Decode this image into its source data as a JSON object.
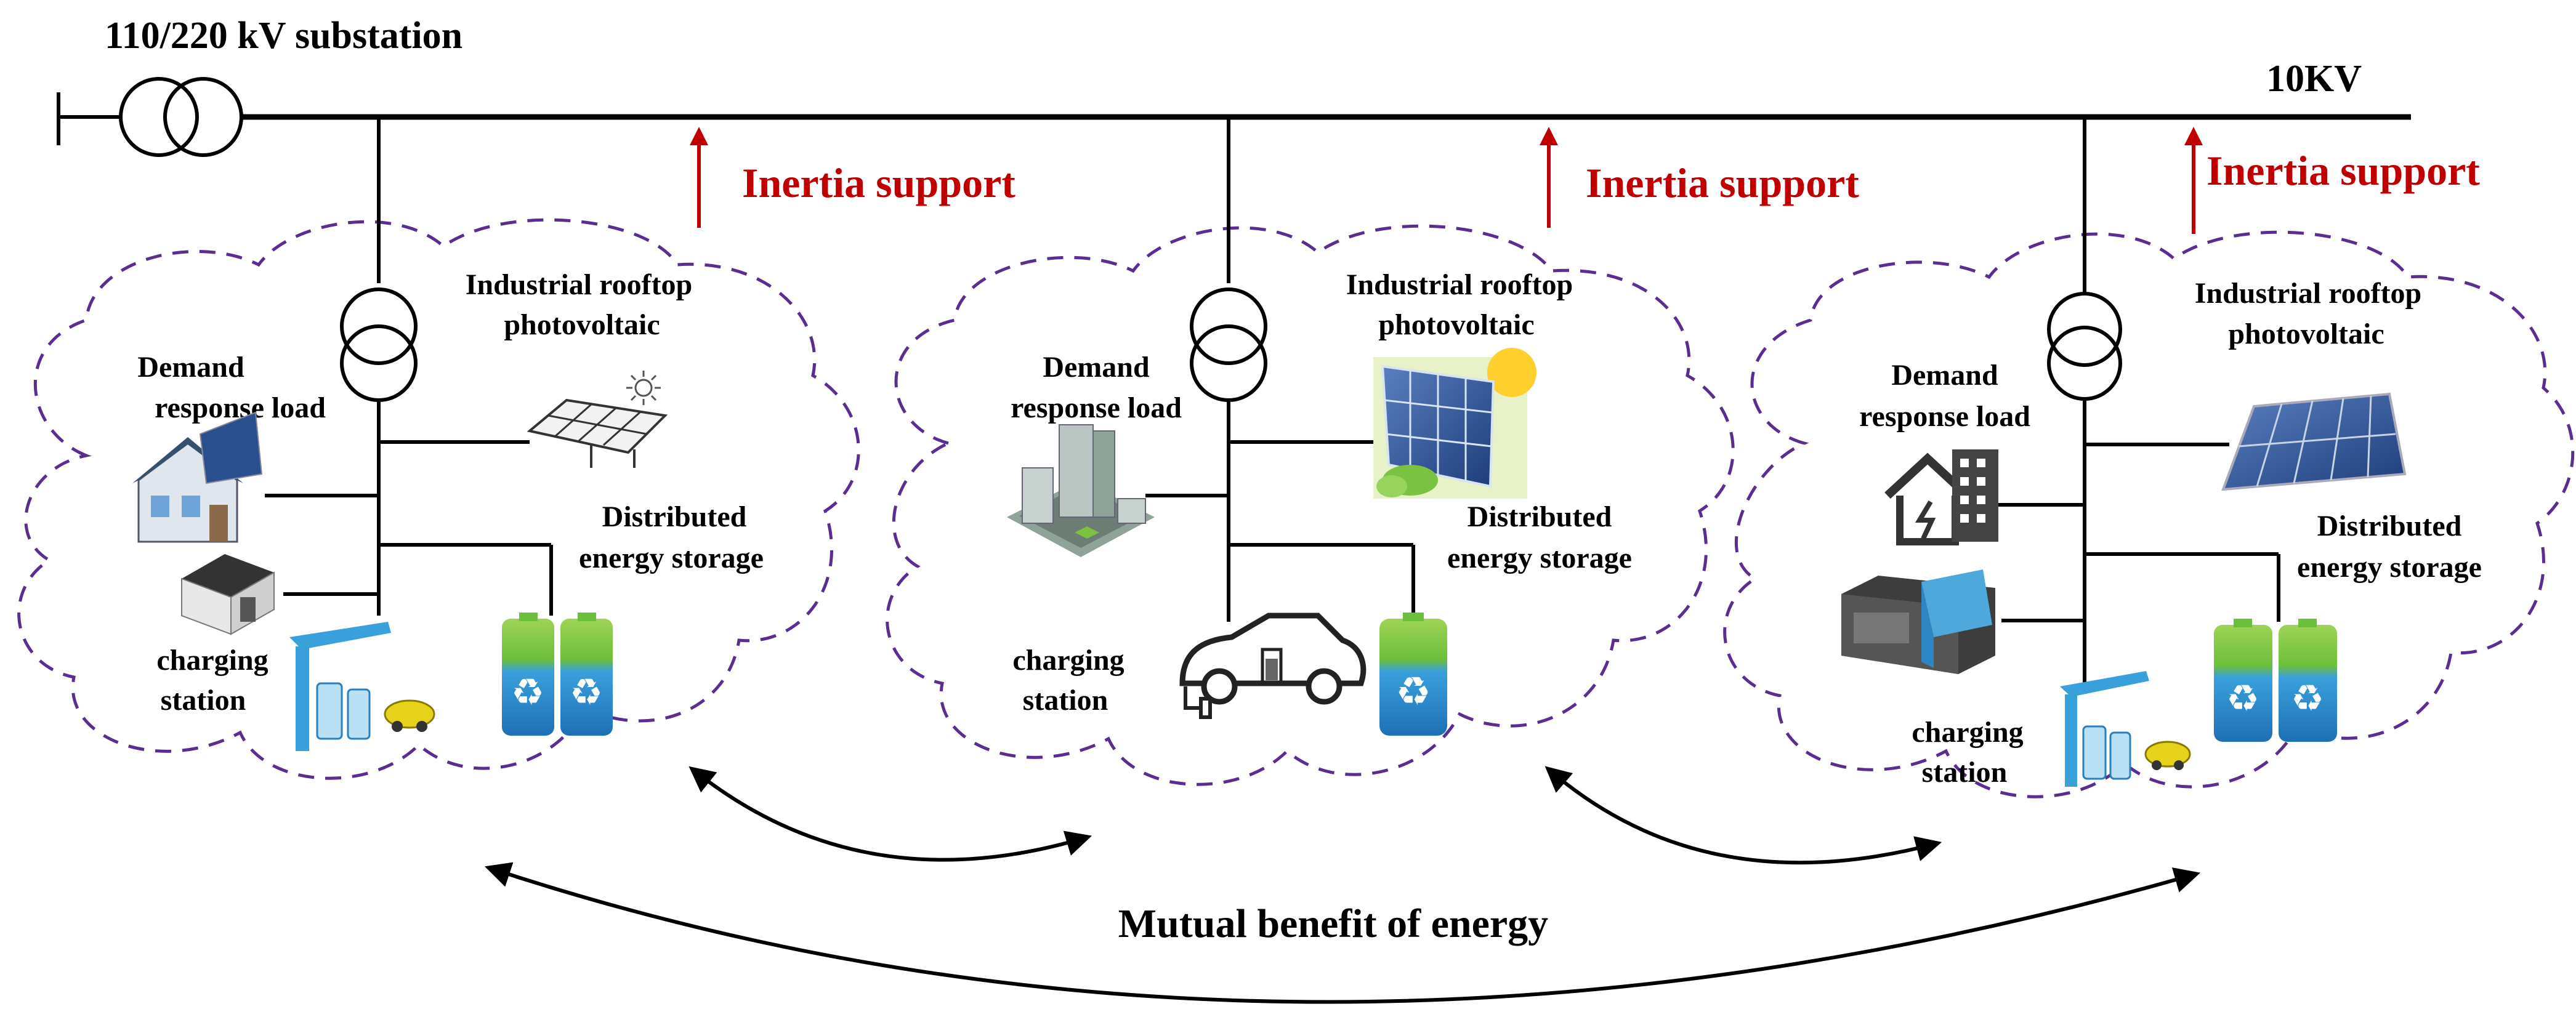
{
  "substation_label": "110/220 kV substation",
  "bus_label": "10KV",
  "inertia_label": "Inertia support",
  "mutual_label": "Mutual benefit of energy",
  "microgrids": [
    {
      "pv_label_line1": "Industrial rooftop",
      "pv_label_line2": "photovoltaic",
      "demand_label_line1": "Demand",
      "demand_label_line2": "response load",
      "storage_label_line1": "Distributed",
      "storage_label_line2": "energy storage",
      "charging_label_line1": "charging",
      "charging_label_line2": "station"
    },
    {
      "pv_label_line1": "Industrial rooftop",
      "pv_label_line2": "photovoltaic",
      "demand_label_line1": "Demand",
      "demand_label_line2": "response load",
      "storage_label_line1": "Distributed",
      "storage_label_line2": "energy storage",
      "charging_label_line1": "charging",
      "charging_label_line2": "station"
    },
    {
      "pv_label_line1": "Industrial rooftop",
      "pv_label_line2": "photovoltaic",
      "demand_label_line1": "Demand",
      "demand_label_line2": "response load",
      "storage_label_line1": "Distributed",
      "storage_label_line2": "energy storage",
      "charging_label_line1": "charging",
      "charging_label_line2": "station"
    }
  ],
  "colors": {
    "accent_red": "#c00000",
    "cloud_purple": "#5b2d91",
    "battery_green": "#7cc242",
    "battery_blue": "#2f8fd6"
  }
}
